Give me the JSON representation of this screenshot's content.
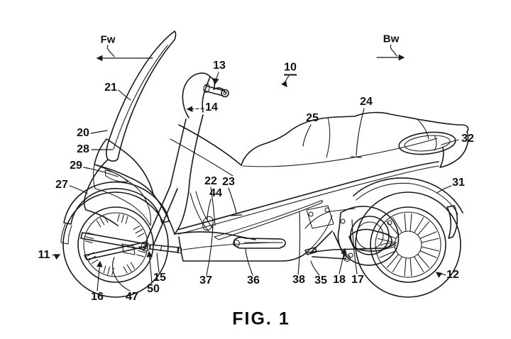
{
  "figure": {
    "caption": "FIG. 1",
    "directions": {
      "forward": "Fw",
      "backward": "Bw"
    },
    "refs": {
      "r10": "10",
      "r11": "11",
      "r12": "12",
      "r13": "13",
      "r14": "14",
      "r15": "15",
      "r16": "16",
      "r17": "17",
      "r18": "18",
      "r20": "20",
      "r21": "21",
      "r22": "22",
      "r23": "23",
      "r24": "24",
      "r25": "25",
      "r27": "27",
      "r28": "28",
      "r29": "29",
      "r31": "31",
      "r32": "32",
      "r35": "35",
      "r36": "36",
      "r37": "37",
      "r38": "38",
      "r44": "44",
      "r47": "47",
      "r50": "50"
    },
    "colors": {
      "line": "#181818",
      "background": "#ffffff"
    }
  }
}
